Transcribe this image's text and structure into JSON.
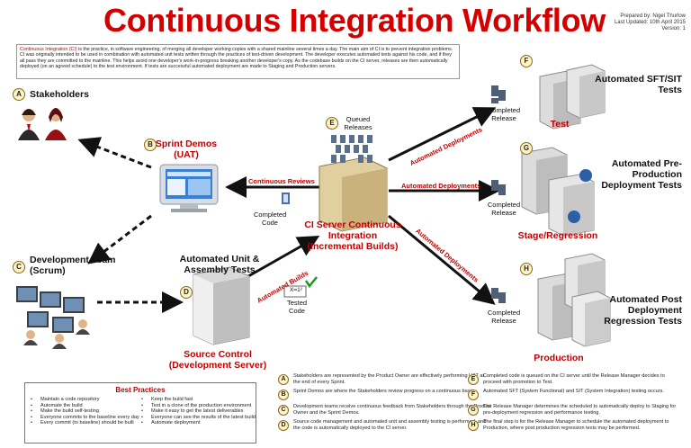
{
  "title": "Continuous Integration Workflow",
  "prepared": {
    "line1": "Prepared by: Nigel Thurlow",
    "line2": "Last Updated: 10th April 2015",
    "line3": "Version: 1"
  },
  "intro": {
    "highlight": "Continuous Integration (CI)",
    "text": " is the practice, in software engineering, of merging all developer working copies with a shared mainline several times a day. The main aim of CI is to prevent integration problems. CI was originally intended to be used in combination with automated unit tests written through the practices of test-driven development. The developer executes automated tests against his code, and if they all pass they are committed to the mainline. This helps avoid one developer's work-in-progress breaking another developer's copy. As the codebase builds on the CI server, releases are then automatically deployed (on an agreed schedule) to the test environment. If tests are successful automated deployment are made to Staging and Production servers."
  },
  "nodes": {
    "a": {
      "letter": "A",
      "label": "Stakeholders"
    },
    "b": {
      "letter": "B",
      "label": "Sprint Demos (UAT)"
    },
    "c": {
      "letter": "C",
      "label": "Development Team (Scrum)"
    },
    "d": {
      "letter": "D",
      "label_top": "Automated Unit & Assembly Tests",
      "label_bottom": "Source Control (Development Server)"
    },
    "e": {
      "letter": "E",
      "queued": "Queued Releases",
      "ci": "CI Server Continuous Integration (Incremental Builds)"
    },
    "f": {
      "letter": "F",
      "label": "Test",
      "auto": "Automated SFT/SIT Tests"
    },
    "g": {
      "letter": "G",
      "label": "Stage/Regression",
      "auto": "Automated Pre-Production Deployment Tests"
    },
    "h": {
      "letter": "H",
      "label": "Production",
      "auto": "Automated Post Deployment Regression Tests"
    }
  },
  "flows": {
    "continuous_reviews": "Continuous Reviews",
    "completed_code": "Completed Code",
    "automated_builds": "Automated Builds",
    "tested_code": "Tested Code",
    "formula": "X=1²",
    "deploy_up": "Automated Deployments",
    "deploy_mid": "Automated Deployments",
    "deploy_down": "Automated Deployments",
    "completed_release_f": "Completed Release",
    "completed_release_g": "Completed Release",
    "completed_release_h": "Completed Release"
  },
  "best_practices": {
    "title": "Best Practices",
    "left": [
      "Maintain a code repository",
      "Automate the build",
      "Make the build self-testing",
      "Everyone commits to the baseline every day",
      "Every commit (to baseline) should be built"
    ],
    "right": [
      "Keep the build fast",
      "Test in a clone of the production environment",
      "Make it easy to get the latest deliverables",
      "Everyone can see the results of the latest build",
      "Automate deployment"
    ]
  },
  "legend": [
    {
      "letter": "A",
      "text": "Stakeholders are represented by the Product Owner are effectively performing UAT at the end of every Sprint."
    },
    {
      "letter": "B",
      "text": "Sprint Demos are where the Stakeholders review progress on a continuous basis."
    },
    {
      "letter": "C",
      "text": "Development teams receive continuous feedback from Stakeholders through the Product Owner and the Sprint Demos."
    },
    {
      "letter": "D",
      "text": "Source code management and automated unit and assembly testing is performed, and the code is automatically deployed to the CI server."
    },
    {
      "letter": "E",
      "text": "Completed code is queued on the CI server until the Release Manager decides to proceed with promotion to Test."
    },
    {
      "letter": "F",
      "text": "Automated SFT (System Functional) and SIT (System Integration) testing occurs."
    },
    {
      "letter": "G",
      "text": "The Release Manager determines the scheduled to automatically deploy to Staging for pre-deployment regression and performance testing."
    },
    {
      "letter": "H",
      "text": "The final step is for the Release Manager to schedule the automated deployment to Production, where post production regression tests may be performed."
    }
  ],
  "colors": {
    "accent": "#d40000",
    "arrow": "#111111",
    "badge": "#fff4c4"
  }
}
